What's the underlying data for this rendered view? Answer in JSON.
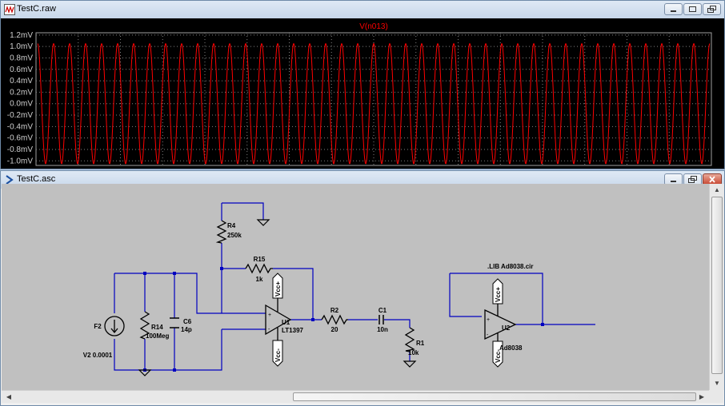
{
  "top_window": {
    "title": "TestC.raw",
    "trace_label": "V(n013)",
    "y_ticks": [
      "1.2mV",
      "1.0mV",
      "0.8mV",
      "0.6mV",
      "0.4mV",
      "0.2mV",
      "0.0mV",
      "-0.2mV",
      "-0.4mV",
      "-0.6mV",
      "-0.8mV",
      "-1.0mV"
    ],
    "trace_color": "#ff0000",
    "grid_color": "#808080"
  },
  "chart_data": {
    "type": "line",
    "title": "V(n013)",
    "ylabel": "",
    "xlabel": "",
    "ylim": [
      -1.08,
      1.24
    ],
    "series": [
      {
        "name": "V(n013)",
        "waveform": "sine",
        "amplitude_mV": 1.05,
        "offset_mV": 0.0,
        "cycles_visible": 42
      }
    ],
    "grid": true
  },
  "bottom_window": {
    "title": "TestC.asc",
    "components": {
      "F2": {
        "name": "F2",
        "value": "V2 0.0001"
      },
      "R14": {
        "name": "R14",
        "value": "100Meg"
      },
      "C6": {
        "name": "C6",
        "value": "14p"
      },
      "R4": {
        "name": "R4",
        "value": "250k"
      },
      "R15": {
        "name": "R15",
        "value": "1k"
      },
      "U1": {
        "name": "U1",
        "value": "LT1397"
      },
      "R2": {
        "name": "R2",
        "value": "20"
      },
      "C1": {
        "name": "C1",
        "value": "10n"
      },
      "R1": {
        "name": "R1",
        "value": "10k"
      },
      "U2": {
        "name": "U2",
        "value": "Ad8038"
      }
    },
    "directive": ".LIB Ad8038.cir",
    "labels": {
      "vcc_plus": "Vcc+",
      "vcc_minus": "Vcc-"
    },
    "wire_color": "#0000c0"
  }
}
